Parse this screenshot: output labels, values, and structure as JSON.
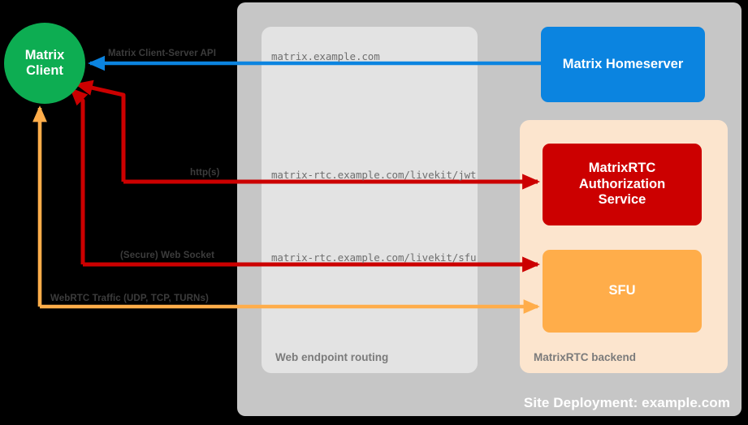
{
  "diagram": {
    "site": {
      "deployment_label": "Site Deployment: example.com",
      "background_color": "#c6c6c6"
    },
    "groups": [
      {
        "id": "web-endpoint-routing",
        "label": "Web endpoint routing",
        "background_color": "#e3e3e3"
      },
      {
        "id": "matrixrtc-backend",
        "label": "MatrixRTC backend",
        "background_color": "#fce5ce"
      }
    ],
    "nodes": {
      "matrix_client": {
        "line1": "Matrix",
        "line2": "Client",
        "color": "#0dad52",
        "shape": "circle"
      },
      "matrix_homeserver": {
        "label": "Matrix Homeserver",
        "color": "#0b84e0",
        "shape": "rounded-rect"
      },
      "matrixrtc_auth_service": {
        "line1": "MatrixRTC",
        "line2": "Authorization",
        "line3": "Service",
        "color": "#cc0000",
        "shape": "rounded-rect"
      },
      "sfu": {
        "label": "SFU",
        "color": "#ffad4a",
        "shape": "rounded-rect"
      }
    },
    "connections": [
      {
        "id": "matrix-client-server-api",
        "protocol_label": "Matrix Client-Server API",
        "endpoint_url": "matrix.example.com",
        "color": "#0b84e0",
        "direction": "homeserver-to-client"
      },
      {
        "id": "livekit-jwt",
        "protocol_label": "http(s)",
        "endpoint_url": "matrix-rtc.example.com/livekit/jwt",
        "color": "#cc0000",
        "direction": "bidirectional-client-auth"
      },
      {
        "id": "livekit-sfu",
        "protocol_label": "(Secure) Web Socket",
        "endpoint_url": "matrix-rtc.example.com/livekit/sfu",
        "color": "#cc0000",
        "direction": "bidirectional-client-sfu"
      },
      {
        "id": "webrtc-traffic",
        "protocol_label": "WebRTC Traffic (UDP, TCP, TURNs)",
        "endpoint_url": "",
        "color": "#ffad4a",
        "direction": "bidirectional-client-sfu"
      }
    ]
  }
}
